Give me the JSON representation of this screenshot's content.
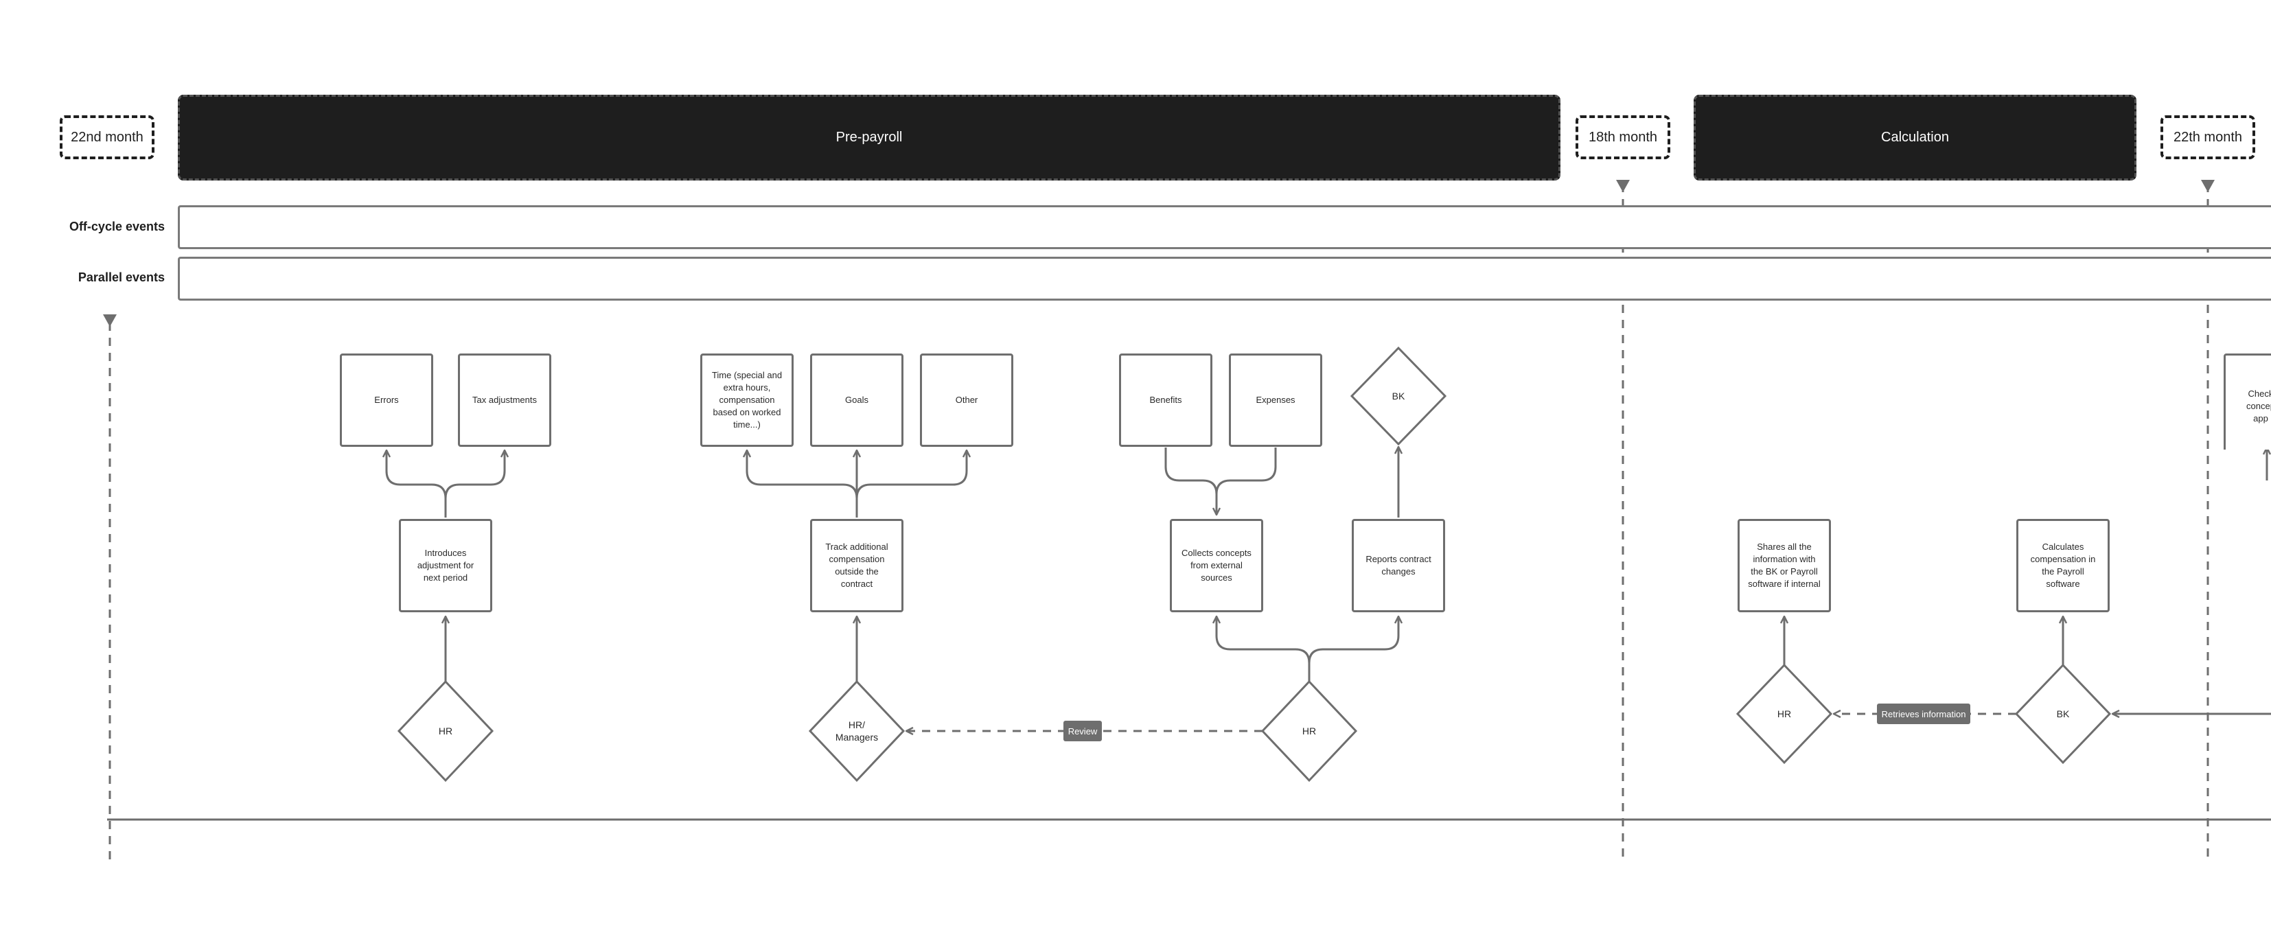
{
  "months": {
    "m22nd": "22nd month",
    "m18th": "18th month",
    "m22th": "22th month"
  },
  "phases": {
    "prepayroll": "Pre-payroll",
    "calculation": "Calculation"
  },
  "lanes": {
    "offcycle": "Off-cycle events",
    "parallel": "Parallel events"
  },
  "boxes": {
    "errors": "Errors",
    "tax_adjustments": "Tax adjustments",
    "introduces_adjustment": "Introduces adjustment for next period",
    "time_extra": "Time (special and extra hours, compensation based on worked time...)",
    "goals": "Goals",
    "other": "Other",
    "track_compensation": "Track additional compensation outside the contract",
    "benefits": "Benefits",
    "expenses": "Expenses",
    "collects_concepts": "Collects concepts from external sources",
    "reports_contract": "Reports contract changes",
    "shares_information": "Shares all the information with the BK or Payroll software if internal",
    "calculates_compensation": "Calculates compensation in the Payroll software",
    "check_partial": "Check\nconcep\napp"
  },
  "actors": {
    "hr_1": "HR",
    "hr_managers": "HR/\nManagers",
    "hr_2": "HR",
    "bk_top": "BK",
    "hr_3": "HR",
    "bk_bottom": "BK"
  },
  "tags": {
    "review": "Review",
    "retrieves": "Retrieves information"
  },
  "colors": {
    "phase_fill": "#1e1e1e",
    "line": "#6e6e6e",
    "tag_fill": "#6e6e6e"
  }
}
